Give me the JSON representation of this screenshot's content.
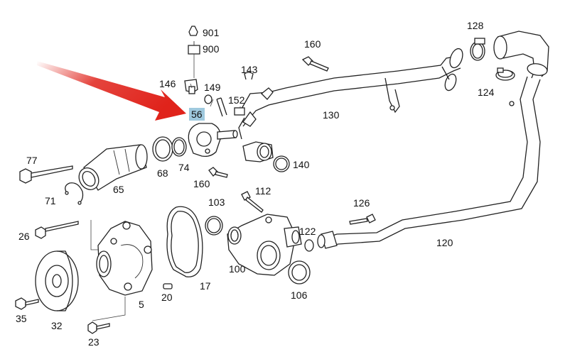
{
  "colors": {
    "arrow": "#e0231b",
    "highlight": "#9fc9de",
    "lines": "#222222"
  },
  "highlighted_part": "56",
  "labels": {
    "p901": "901",
    "p900": "900",
    "p146": "146",
    "p149": "149",
    "p56": "56",
    "p143": "143",
    "p152": "152",
    "p160a": "160",
    "p130": "130",
    "p128": "128",
    "p124": "124",
    "p140": "140",
    "p77": "77",
    "p68": "68",
    "p74": "74",
    "p65": "65",
    "p71": "71",
    "p160b": "160",
    "p112": "112",
    "p103": "103",
    "p126": "126",
    "p26": "26",
    "p122": "122",
    "p120": "120",
    "p100": "100",
    "p17": "17",
    "p106": "106",
    "p20": "20",
    "p5": "5",
    "p35": "35",
    "p32": "32",
    "p23": "23"
  }
}
